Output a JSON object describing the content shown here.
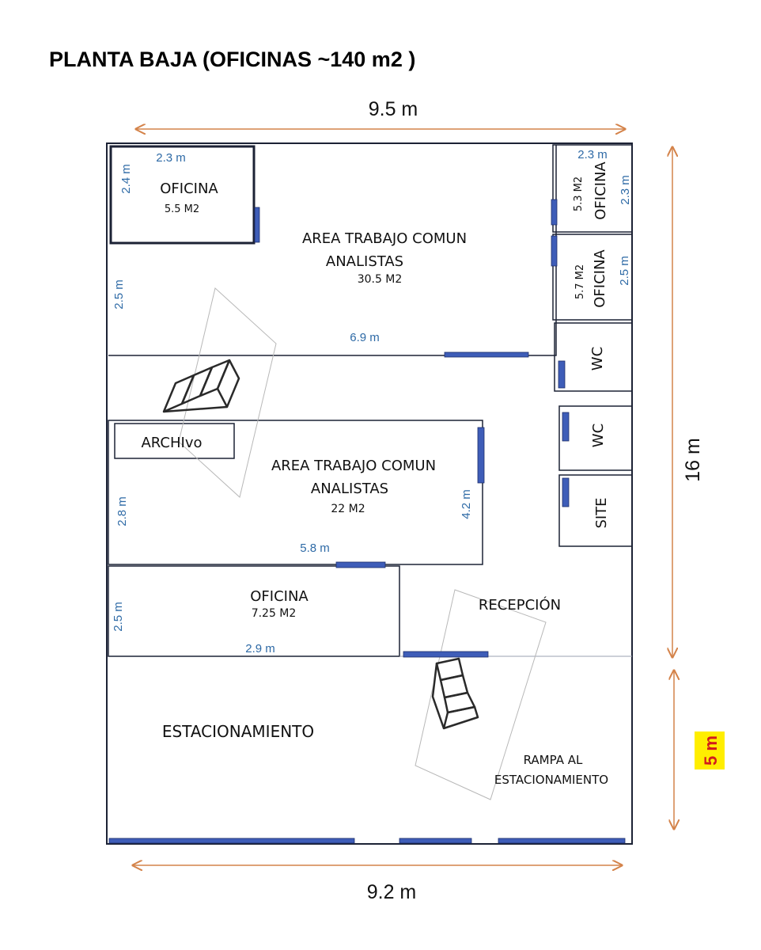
{
  "title": "PLANTA BAJA (OFICINAS ~140 m2 )",
  "colors": {
    "wall": "#1c2235",
    "door": "#3e5db8",
    "dimension_text": "#2e6aa6",
    "arrow": "#d4834a",
    "highlight": "#ffee00",
    "highlight_text": "#d21c1c"
  },
  "overall_dims": {
    "top_width": "9.5 m",
    "bottom_width": "9.2 m",
    "right_height_upper": "16 m",
    "right_height_lower": "5 m"
  },
  "rooms": {
    "office_top": {
      "name": "OFICINA",
      "area": "5.5 M2",
      "width": "2.3 m",
      "height": "2.4 m"
    },
    "common_area_top": {
      "name_line1": "AREA TRABAJO COMUN",
      "name_line2": "ANALISTAS",
      "area": "30.5 M2",
      "width": "6.9 m",
      "height": "2.5 m"
    },
    "office_right_1": {
      "name": "OFICINA",
      "area": "5.3 M2",
      "width": "2.3 m",
      "height": "2.3 m"
    },
    "office_right_2": {
      "name": "OFICINA",
      "area": "5.7 M2",
      "height": "2.5 m"
    },
    "wc_1": {
      "name": "WC"
    },
    "wc_2": {
      "name": "WC"
    },
    "site": {
      "name": "SITE"
    },
    "archive": {
      "name": "ARCHIvo"
    },
    "common_area_mid": {
      "name_line1": "AREA TRABAJO COMUN",
      "name_line2": "ANALISTAS",
      "area": "22 M2",
      "width": "5.8 m",
      "height": "2.8 m",
      "side": "4.2 m"
    },
    "office_bottom": {
      "name": "OFICINA",
      "area": "7.25 M2",
      "width": "2.9 m",
      "height": "2.5 m"
    },
    "reception": {
      "name": "RECEPCIÓN"
    },
    "parking": {
      "name": "ESTACIONAMIENTO"
    },
    "ramp": {
      "line1": "RAMPA AL",
      "line2": "ESTACIONAMIENTO"
    }
  }
}
